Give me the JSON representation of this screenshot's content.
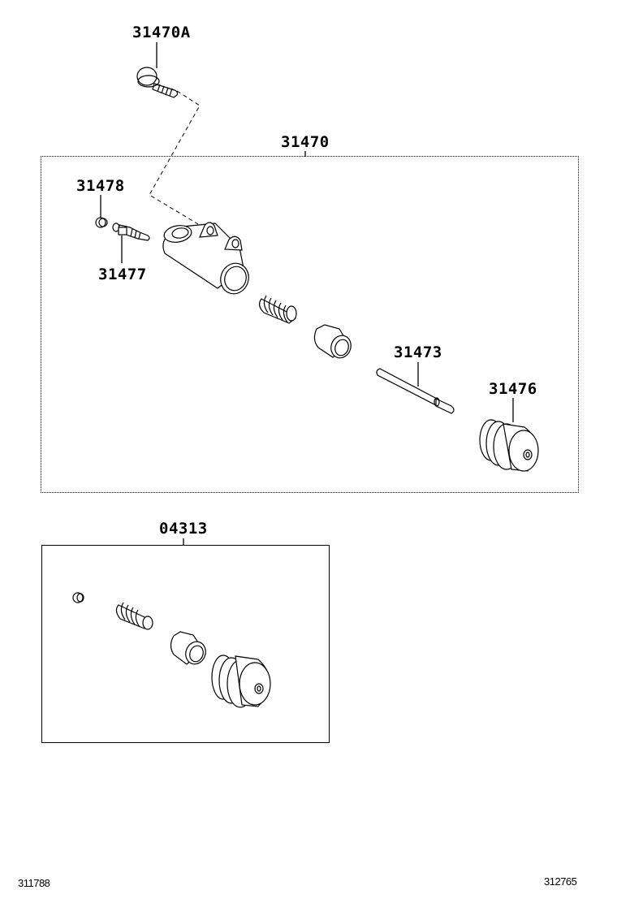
{
  "diagram": {
    "title": "Clutch Release Cylinder Parts Diagram",
    "callouts": [
      {
        "id": "31470A",
        "label": "31470A",
        "part": "bolt"
      },
      {
        "id": "31470",
        "label": "31470",
        "part": "release-cylinder-assembly"
      },
      {
        "id": "31478",
        "label": "31478",
        "part": "bleeder-cap"
      },
      {
        "id": "31477",
        "label": "31477",
        "part": "bleeder-plug"
      },
      {
        "id": "31473",
        "label": "31473",
        "part": "push-rod"
      },
      {
        "id": "31476",
        "label": "31476",
        "part": "boot"
      },
      {
        "id": "04313",
        "label": "04313",
        "part": "cylinder-kit"
      }
    ],
    "groups": [
      {
        "id": "assembly-31470",
        "label_ref": "31470",
        "contents": [
          "cylinder-body",
          "bleeder-cap",
          "bleeder-plug",
          "spring",
          "piston-cup",
          "push-rod",
          "boot"
        ]
      },
      {
        "id": "kit-04313",
        "label_ref": "04313",
        "contents": [
          "bleeder-cap",
          "spring",
          "piston-cup",
          "boot"
        ]
      }
    ],
    "footer": {
      "left_code": "311788",
      "right_code": "312765"
    }
  }
}
